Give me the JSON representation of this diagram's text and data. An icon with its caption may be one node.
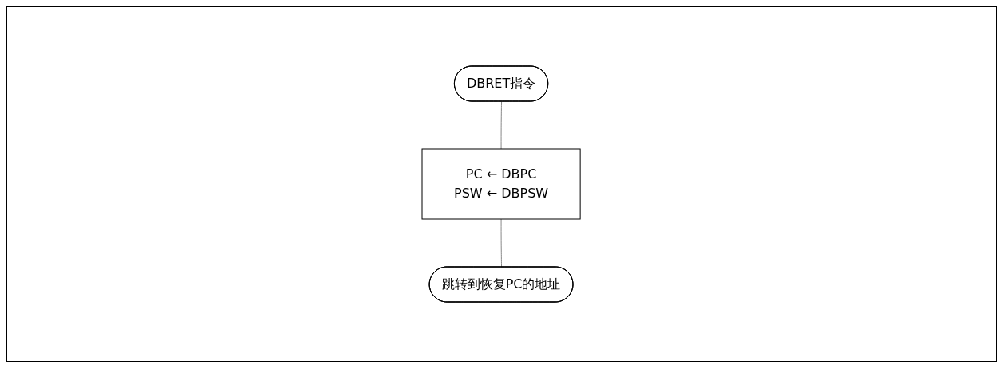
{
  "diagram": {
    "nodes": [
      {
        "text": [
          "DBRET指令"
        ]
      },
      {
        "text": [
          "PC ← DBPC",
          "PSW ← DBPSW"
        ]
      },
      {
        "text": [
          "跳转到恢复PC的地址"
        ]
      }
    ],
    "edges": [
      {
        "from": 0,
        "to": 1,
        "arrow": "none"
      },
      {
        "from": 1,
        "to": 2,
        "arrow": "none"
      }
    ]
  }
}
